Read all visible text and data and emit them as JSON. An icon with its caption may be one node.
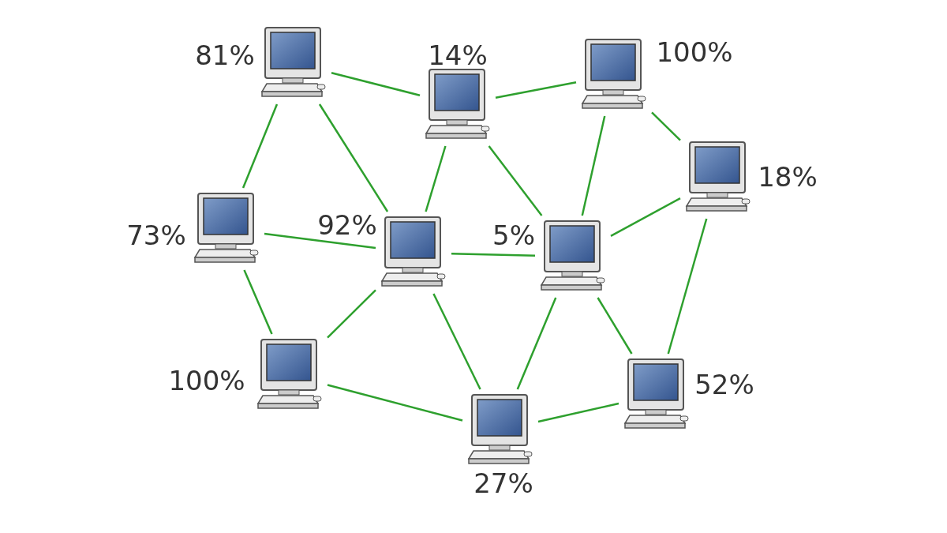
{
  "diagram": {
    "nodes": [
      {
        "text": [],
        "shape": "picture",
        "beside": [
          "81%"
        ]
      },
      {
        "text": [],
        "shape": "picture",
        "beside": [
          "14%"
        ]
      },
      {
        "text": [],
        "shape": "picture",
        "beside": [
          "100%"
        ]
      },
      {
        "text": [],
        "shape": "picture",
        "beside": [
          "73%"
        ]
      },
      {
        "text": [],
        "shape": "picture",
        "beside": [
          "92%"
        ]
      },
      {
        "text": [],
        "shape": "picture",
        "beside": [
          "5%"
        ]
      },
      {
        "text": [],
        "shape": "picture",
        "beside": [
          "18%"
        ]
      },
      {
        "text": [],
        "shape": "picture",
        "beside": [
          "100%"
        ]
      },
      {
        "text": [],
        "shape": "picture",
        "beside": [
          "27%"
        ]
      },
      {
        "text": [],
        "shape": "picture",
        "beside": [
          "52%"
        ]
      }
    ],
    "edges": [
      {
        "from": 0,
        "to": 1,
        "arrow": "none"
      },
      {
        "from": 0,
        "to": 3,
        "arrow": "none"
      },
      {
        "from": 0,
        "to": 4,
        "arrow": "none"
      },
      {
        "from": 1,
        "to": 2,
        "arrow": "none"
      },
      {
        "from": 1,
        "to": 4,
        "arrow": "none"
      },
      {
        "from": 1,
        "to": 5,
        "arrow": "none"
      },
      {
        "from": 2,
        "to": 5,
        "arrow": "none"
      },
      {
        "from": 2,
        "to": 6,
        "arrow": "none"
      },
      {
        "from": 3,
        "to": 4,
        "arrow": "none"
      },
      {
        "from": 3,
        "to": 7,
        "arrow": "none"
      },
      {
        "from": 4,
        "to": 5,
        "arrow": "none"
      },
      {
        "from": 4,
        "to": 7,
        "arrow": "none"
      },
      {
        "from": 4,
        "to": 8,
        "arrow": "none"
      },
      {
        "from": 5,
        "to": 6,
        "arrow": "none"
      },
      {
        "from": 5,
        "to": 8,
        "arrow": "none"
      },
      {
        "from": 5,
        "to": 9,
        "arrow": "none"
      },
      {
        "from": 6,
        "to": 9,
        "arrow": "none"
      },
      {
        "from": 7,
        "to": 8,
        "arrow": "none"
      },
      {
        "from": 8,
        "to": 9,
        "arrow": "none"
      }
    ]
  }
}
